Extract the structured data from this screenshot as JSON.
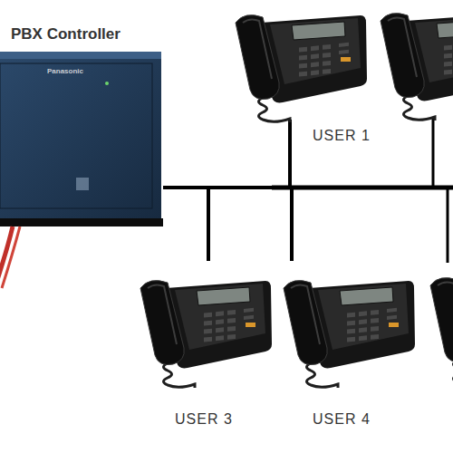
{
  "diagram": {
    "nodes": [
      {
        "text": [
          "PBX Controller",
          "Panasonic"
        ]
      },
      {
        "text": [
          "USER 1"
        ]
      },
      {
        "text": [
          "USER 3"
        ]
      },
      {
        "text": [
          "USER 4"
        ]
      }
    ],
    "edges": [
      {
        "from": 0,
        "to": 1,
        "arrow": "none"
      },
      {
        "from": 0,
        "to": 2,
        "arrow": "none"
      },
      {
        "from": 0,
        "to": 3,
        "arrow": "none"
      }
    ]
  }
}
